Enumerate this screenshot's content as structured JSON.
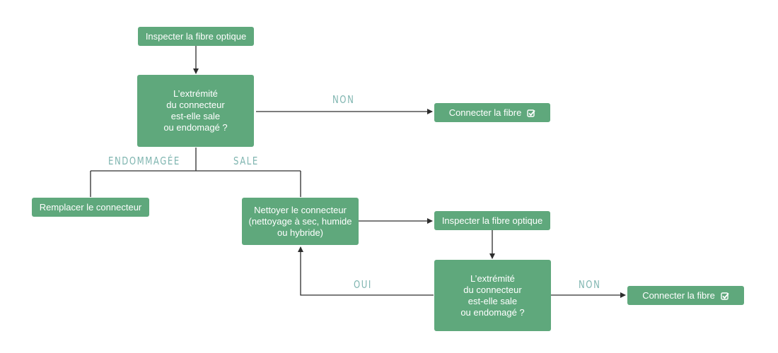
{
  "colors": {
    "node": "#5fa87c",
    "line": "#2d2d2d",
    "edge_label": "#7fb5b0"
  },
  "nodes": {
    "inspect1": "Inspecter la fibre optique",
    "question1": "L’extrémité\ndu connecteur\nest-elle sale\nou endomagé ?",
    "connect1": "Connecter la fibre",
    "replace": "Remplacer le connecteur",
    "clean": "Nettoyer le connecteur\n(nettoyage à sec, humide\nou hybride)",
    "inspect2": "Inspecter la fibre optique",
    "question2": "L’extrémité\ndu connecteur\nest-elle sale\nou endomagé ?",
    "connect2": "Connecter la fibre"
  },
  "icons": {
    "connect_done": "checkbox-checked-icon"
  },
  "edge_labels": {
    "non1": "NON",
    "endommagee": "ENDOMMAGÉE",
    "sale": "SALE",
    "oui": "OUI",
    "non2": "NON"
  }
}
